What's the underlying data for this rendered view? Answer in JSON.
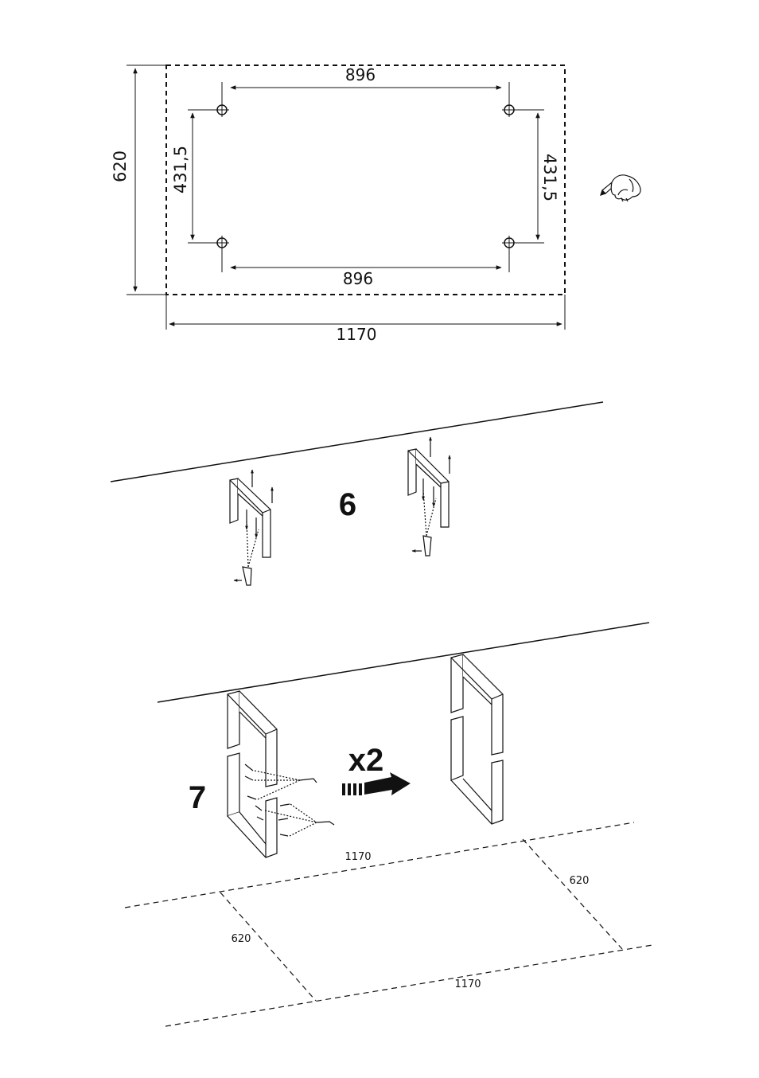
{
  "plan": {
    "width_total": "1170",
    "depth_total": "620",
    "hole_spacing_top": "896",
    "hole_spacing_bottom": "896",
    "hole_spacing_left": "431,5",
    "hole_spacing_right": "431,5"
  },
  "mark_note_icon": "hand-writing-pencil-icon",
  "steps": {
    "step6": {
      "number": "6"
    },
    "step7": {
      "number": "7",
      "multiplier": "x2"
    }
  },
  "floor_outline": {
    "top_width": "1170",
    "right_depth": "620",
    "left_depth": "620",
    "bottom_width": "1170"
  },
  "colors": {
    "ink": "#111111",
    "paper": "#ffffff"
  }
}
